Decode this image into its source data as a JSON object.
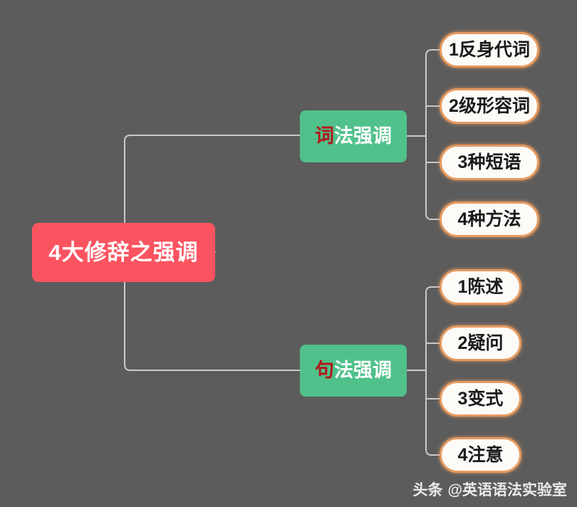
{
  "diagram": {
    "type": "mind-map",
    "background_color": "#5c5c5c",
    "root": {
      "label": "4大修辞之强调",
      "color": "#fb5460",
      "text_color": "#ffffff"
    },
    "branches": [
      {
        "accent_char": "词",
        "rest_label": "法强调",
        "full_label": "词法强调",
        "color": "#50c18a",
        "accent_color": "#b3151b",
        "text_color": "#ffffff",
        "children": [
          {
            "label": "1反身代词"
          },
          {
            "label": "2级形容词"
          },
          {
            "label": "3种短语"
          },
          {
            "label": "4种方法"
          }
        ]
      },
      {
        "accent_char": "句",
        "rest_label": "法强调",
        "full_label": "句法强调",
        "color": "#50c18a",
        "accent_color": "#b3151b",
        "text_color": "#ffffff",
        "children": [
          {
            "label": "1陈述"
          },
          {
            "label": "2疑问"
          },
          {
            "label": "3变式"
          },
          {
            "label": "4注意"
          }
        ]
      }
    ],
    "leaf_style": {
      "fill": "#fdfbf8",
      "border_color": "#e59a5f",
      "text_color": "#1a1a1a"
    },
    "connector_color": "#c9c9c9"
  },
  "watermark": {
    "platform": "头条",
    "handle": "@英语语法实验室"
  }
}
